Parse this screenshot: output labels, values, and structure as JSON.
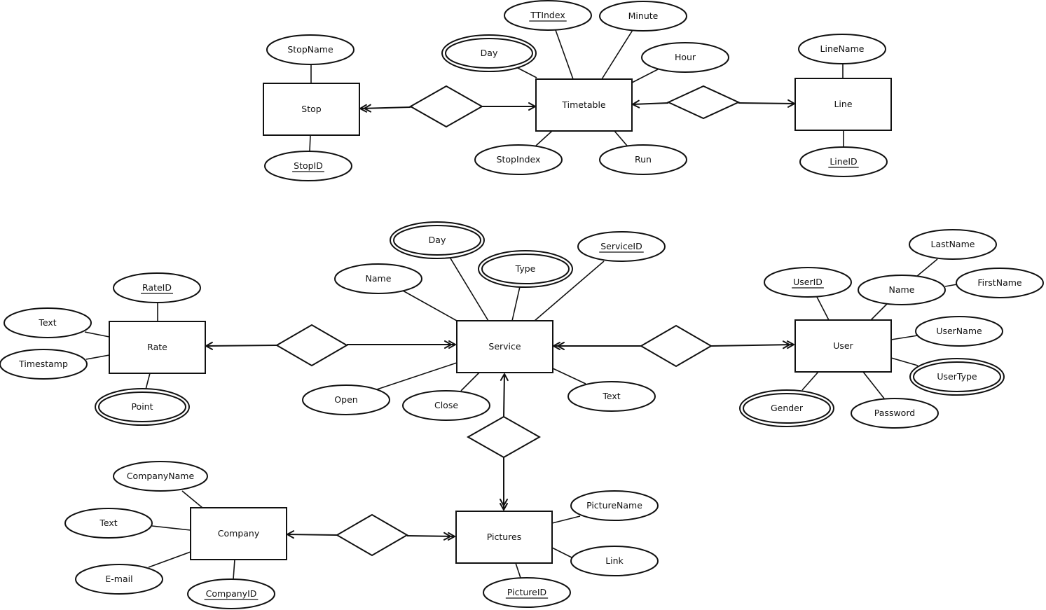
{
  "diagram": {
    "entities": [
      {
        "id": "stop",
        "label": "Stop"
      },
      {
        "id": "timetable",
        "label": "Timetable"
      },
      {
        "id": "line",
        "label": "Line"
      },
      {
        "id": "rate",
        "label": "Rate"
      },
      {
        "id": "service",
        "label": "Service"
      },
      {
        "id": "user",
        "label": "User"
      },
      {
        "id": "company",
        "label": "Company"
      },
      {
        "id": "pictures",
        "label": "Pictures"
      }
    ],
    "attributes": [
      {
        "id": "stop-stopname",
        "entity": "stop",
        "label": "StopName",
        "key": false,
        "multivalued": false
      },
      {
        "id": "stop-stopid",
        "entity": "stop",
        "label": "StopID",
        "key": true,
        "multivalued": false
      },
      {
        "id": "timetable-ttindex",
        "entity": "timetable",
        "label": "TTIndex",
        "key": true,
        "multivalued": false
      },
      {
        "id": "timetable-minute",
        "entity": "timetable",
        "label": "Minute",
        "key": false,
        "multivalued": false
      },
      {
        "id": "timetable-day",
        "entity": "timetable",
        "label": "Day",
        "key": false,
        "multivalued": true
      },
      {
        "id": "timetable-hour",
        "entity": "timetable",
        "label": "Hour",
        "key": false,
        "multivalued": false
      },
      {
        "id": "timetable-stopindex",
        "entity": "timetable",
        "label": "StopIndex",
        "key": false,
        "multivalued": false
      },
      {
        "id": "timetable-run",
        "entity": "timetable",
        "label": "Run",
        "key": false,
        "multivalued": false
      },
      {
        "id": "line-linename",
        "entity": "line",
        "label": "LineName",
        "key": false,
        "multivalued": false
      },
      {
        "id": "line-lineid",
        "entity": "line",
        "label": "LineID",
        "key": true,
        "multivalued": false
      },
      {
        "id": "rate-rateid",
        "entity": "rate",
        "label": "RateID",
        "key": true,
        "multivalued": false
      },
      {
        "id": "rate-text",
        "entity": "rate",
        "label": "Text",
        "key": false,
        "multivalued": false
      },
      {
        "id": "rate-timestamp",
        "entity": "rate",
        "label": "Timestamp",
        "key": false,
        "multivalued": false
      },
      {
        "id": "rate-point",
        "entity": "rate",
        "label": "Point",
        "key": false,
        "multivalued": true
      },
      {
        "id": "service-day",
        "entity": "service",
        "label": "Day",
        "key": false,
        "multivalued": true
      },
      {
        "id": "service-name",
        "entity": "service",
        "label": "Name",
        "key": false,
        "multivalued": false
      },
      {
        "id": "service-type",
        "entity": "service",
        "label": "Type",
        "key": false,
        "multivalued": true
      },
      {
        "id": "service-serviceid",
        "entity": "service",
        "label": "ServiceID",
        "key": true,
        "multivalued": false
      },
      {
        "id": "service-open",
        "entity": "service",
        "label": "Open",
        "key": false,
        "multivalued": false
      },
      {
        "id": "service-close",
        "entity": "service",
        "label": "Close",
        "key": false,
        "multivalued": false
      },
      {
        "id": "service-text",
        "entity": "service",
        "label": "Text",
        "key": false,
        "multivalued": false
      },
      {
        "id": "user-userid",
        "entity": "user",
        "label": "UserID",
        "key": true,
        "multivalued": false
      },
      {
        "id": "user-lastname",
        "entity": "user",
        "label": "LastName",
        "key": false,
        "multivalued": false
      },
      {
        "id": "user-name",
        "entity": "user",
        "label": "Name",
        "key": false,
        "multivalued": false
      },
      {
        "id": "user-firstname",
        "entity": "user",
        "label": "FirstName",
        "key": false,
        "multivalued": false
      },
      {
        "id": "user-username",
        "entity": "user",
        "label": "UserName",
        "key": false,
        "multivalued": false
      },
      {
        "id": "user-usertype",
        "entity": "user",
        "label": "UserType",
        "key": false,
        "multivalued": true
      },
      {
        "id": "user-gender",
        "entity": "user",
        "label": "Gender",
        "key": false,
        "multivalued": true
      },
      {
        "id": "user-password",
        "entity": "user",
        "label": "Password",
        "key": false,
        "multivalued": false
      },
      {
        "id": "company-companyname",
        "entity": "company",
        "label": "CompanyName",
        "key": false,
        "multivalued": false
      },
      {
        "id": "company-text",
        "entity": "company",
        "label": "Text",
        "key": false,
        "multivalued": false
      },
      {
        "id": "company-email",
        "entity": "company",
        "label": "E-mail",
        "key": false,
        "multivalued": false
      },
      {
        "id": "company-companyid",
        "entity": "company",
        "label": "CompanyID",
        "key": true,
        "multivalued": false
      },
      {
        "id": "pictures-picturename",
        "entity": "pictures",
        "label": "PictureName",
        "key": false,
        "multivalued": false
      },
      {
        "id": "pictures-link",
        "entity": "pictures",
        "label": "Link",
        "key": false,
        "multivalued": false
      },
      {
        "id": "pictures-pictureid",
        "entity": "pictures",
        "label": "PictureID",
        "key": true,
        "multivalued": false
      }
    ],
    "relationships": [
      {
        "id": "stop-timetable",
        "from": "stop",
        "to": "timetable",
        "from_arrow": "double",
        "to_arrow": "single"
      },
      {
        "id": "timetable-line",
        "from": "timetable",
        "to": "line",
        "from_arrow": "single",
        "to_arrow": "single"
      },
      {
        "id": "rate-service",
        "from": "rate",
        "to": "service",
        "from_arrow": "single",
        "to_arrow": "double"
      },
      {
        "id": "service-user",
        "from": "service",
        "to": "user",
        "from_arrow": "double",
        "to_arrow": "double"
      },
      {
        "id": "service-pictures",
        "from": "service",
        "to": "pictures",
        "from_arrow": "single",
        "to_arrow": "double"
      },
      {
        "id": "company-pictures",
        "from": "company",
        "to": "pictures",
        "from_arrow": "single",
        "to_arrow": "double"
      }
    ]
  }
}
